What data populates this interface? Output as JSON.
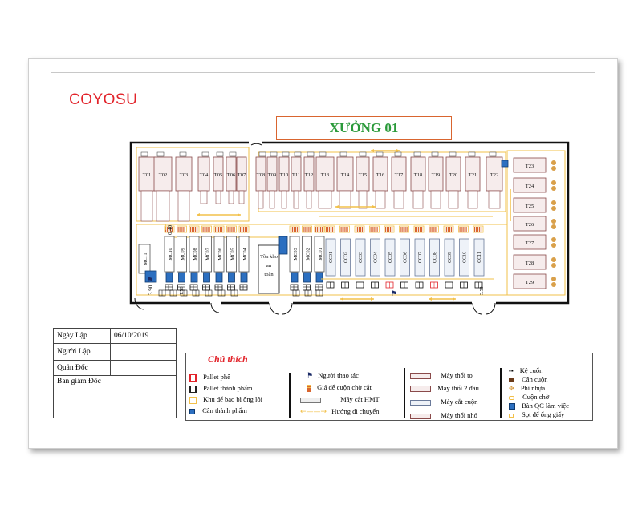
{
  "logo": "COYOSU",
  "title": "XƯỞNG 01",
  "top_machines": [
    "T01",
    "T02",
    "T03",
    "T04",
    "T05",
    "T06",
    "T07",
    "T08",
    "T09",
    "T10",
    "T11",
    "T12",
    "T13",
    "T14",
    "T15",
    "T16",
    "T17",
    "T18",
    "T19",
    "T20",
    "T21",
    "T22"
  ],
  "right_machines": [
    "T23",
    "T24",
    "T25",
    "T26",
    "T27",
    "T28",
    "T29"
  ],
  "mc_left": [
    "MC11",
    "MC10",
    "MC09",
    "MC08",
    "MC07",
    "MC06",
    "MC05",
    "MC04"
  ],
  "mc_right": [
    "MC03",
    "MC02",
    "MC01"
  ],
  "cc_machines": [
    "CC01",
    "CC02",
    "CC03",
    "CC04",
    "CC05",
    "CC06",
    "CC07",
    "CC08",
    "CC09",
    "CC10",
    "CC11"
  ],
  "storage_label": "Tồn kho an toàn",
  "dimensions": {
    "d1": "0.40",
    "d2": "3.90",
    "d3": "1.50",
    "d4": "5.50"
  },
  "info": {
    "rows": [
      {
        "label": "Ngày Lập",
        "value": "06/10/2019"
      },
      {
        "label": "Người Lập",
        "value": ""
      },
      {
        "label": "Quản Đốc",
        "value": ""
      },
      {
        "label": "Ban giám Đốc",
        "value": ""
      }
    ]
  },
  "legend": {
    "title": "Chú thích",
    "col1": [
      "Pallet phế",
      "Pallet thành phẩm",
      "Khu để bao bì ống lõi",
      "Cân thành phẩm"
    ],
    "col2": [
      "Người thao tác",
      "Giá để cuộn chờ cắt",
      "Máy cắt HMT",
      "Hướng di chuyển"
    ],
    "col3": [
      "Máy thổi to",
      "Máy thổi 2 đầu",
      "Máy cắt cuộn",
      "Máy thổi nhỏ"
    ],
    "col4": [
      "Kệ cuốn",
      "Cân cuộn",
      "Phi nhựa",
      "Cuộn chờ",
      "Bàn QC làm việc",
      "Sọt để ống giấy"
    ]
  },
  "colors": {
    "logo": "#e2232a",
    "title": "#2a9a3a",
    "machine_fill": "#f6ecec",
    "machine_stroke": "#8a4a4a",
    "path": "#f2c04a",
    "blue": "#2c6fc0"
  }
}
